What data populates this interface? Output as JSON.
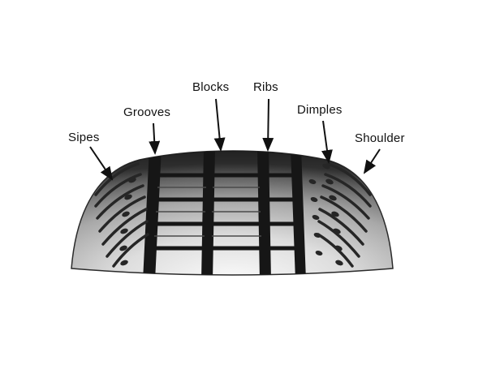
{
  "labels": {
    "sipes": "Sipes",
    "grooves": "Grooves",
    "blocks": "Blocks",
    "ribs": "Ribs",
    "dimples": "Dimples",
    "shoulder": "Shoulder"
  },
  "colors": {
    "background": "#ffffff",
    "ink": "#111111",
    "tread_dark": "#161616"
  }
}
